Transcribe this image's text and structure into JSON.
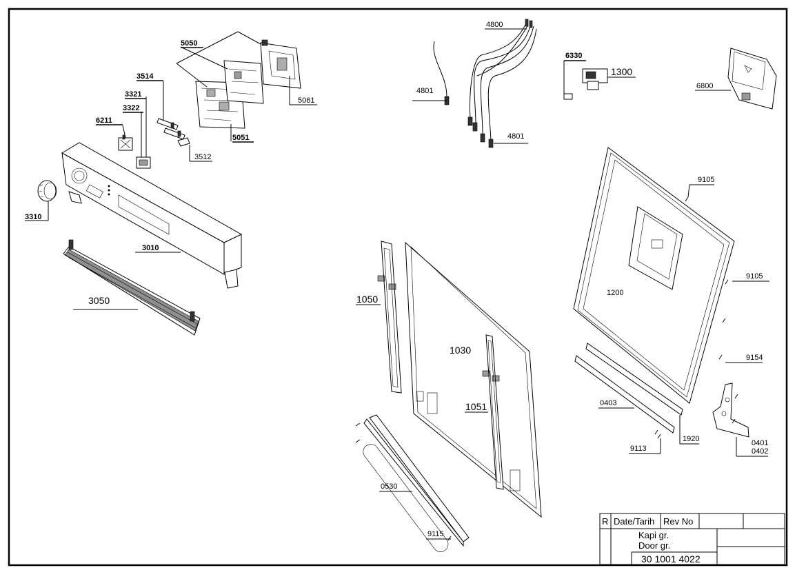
{
  "labels": {
    "l5050": "5050",
    "l5051": "5051",
    "l5061": "5061",
    "l3514": "3514",
    "l3321": "3321",
    "l3322": "3322",
    "l6211": "6211",
    "l3512": "3512",
    "l3310": "3310",
    "l3010": "3010",
    "l3050": "3050",
    "l4800": "4800",
    "l4801a": "4801",
    "l4801b": "4801",
    "l6330": "6330",
    "l1300": "1300",
    "l6800": "6800",
    "l9105a": "9105",
    "l9105b": "9105",
    "l1200": "1200",
    "l9154": "9154",
    "l0403": "0403",
    "l1920": "1920",
    "l9113": "9113",
    "l0401": "0401",
    "l0402": "0402",
    "l1050": "1050",
    "l1030": "1030",
    "l1051": "1051",
    "l0530": "0530",
    "l9115": "9115"
  },
  "title_block": {
    "r": "R",
    "date_header": "Date/Tarih",
    "rev_header": "Rev No",
    "title_tr": "Kapi gr.",
    "title_en": "Door gr.",
    "doc_number": "30 1001 4022"
  }
}
